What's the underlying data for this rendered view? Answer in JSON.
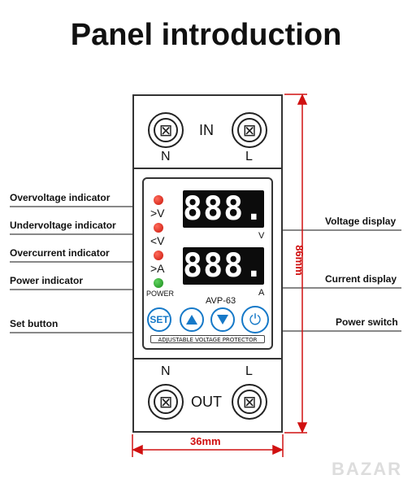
{
  "title": "Panel introduction",
  "terminals": {
    "top_label": "IN",
    "top_left": "N",
    "top_right": "L",
    "bottom_label": "OUT",
    "bottom_left": "N",
    "bottom_right": "L"
  },
  "panel": {
    "display_voltage": "888.",
    "display_current": "888.",
    "unit_v": "V",
    "unit_a": "A",
    "ind_overvoltage": ">V",
    "ind_undervoltage": "<V",
    "ind_overcurrent": ">A",
    "power_label": "POWER",
    "model": "AVP-63",
    "set_label": "SET",
    "strip_text": "ADJUSTABLE VOLTAGE PROTECTOR",
    "power_switch_glyph": "⏻"
  },
  "callouts": {
    "overvoltage": "Overvoltage indicator",
    "undervoltage": "Undervoltage indicator",
    "overcurrent": "Overcurrent indicator",
    "power": "Power indicator",
    "set_button": "Set button",
    "voltage_display": "Voltage display",
    "current_display": "Current display",
    "power_switch": "Power switch"
  },
  "dimensions": {
    "height": "86mm",
    "width": "36mm"
  },
  "watermark": "BAZAR",
  "colors": {
    "led_red": "#c8140a",
    "led_green": "#1a8a1a",
    "button_blue": "#1679c8",
    "dimension_red": "#d01010"
  }
}
